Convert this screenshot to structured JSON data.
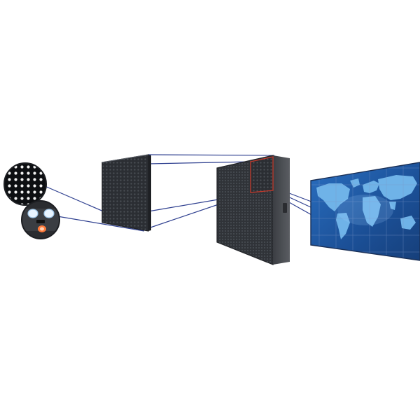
{
  "diagram": {
    "stages": [
      {
        "id": "led-pixel-closeups",
        "kind": "magnified led dots and single smd pixel"
      },
      {
        "id": "led-module",
        "kind": "single led module panel"
      },
      {
        "id": "led-cabinet",
        "kind": "cabinet built from modules"
      },
      {
        "id": "video-wall",
        "kind": "tiled cabinets showing content"
      }
    ],
    "video_wall_content": "world-map",
    "colors": {
      "background": "#ffffff",
      "connector_lines": "#2e3f8f",
      "module_body": "#2f3338",
      "cabinet_frame": "#4a4d52",
      "highlight_outline": "#c0392b",
      "screen_ocean": "#1d5aa6",
      "screen_land": "#6fb3e8"
    }
  }
}
